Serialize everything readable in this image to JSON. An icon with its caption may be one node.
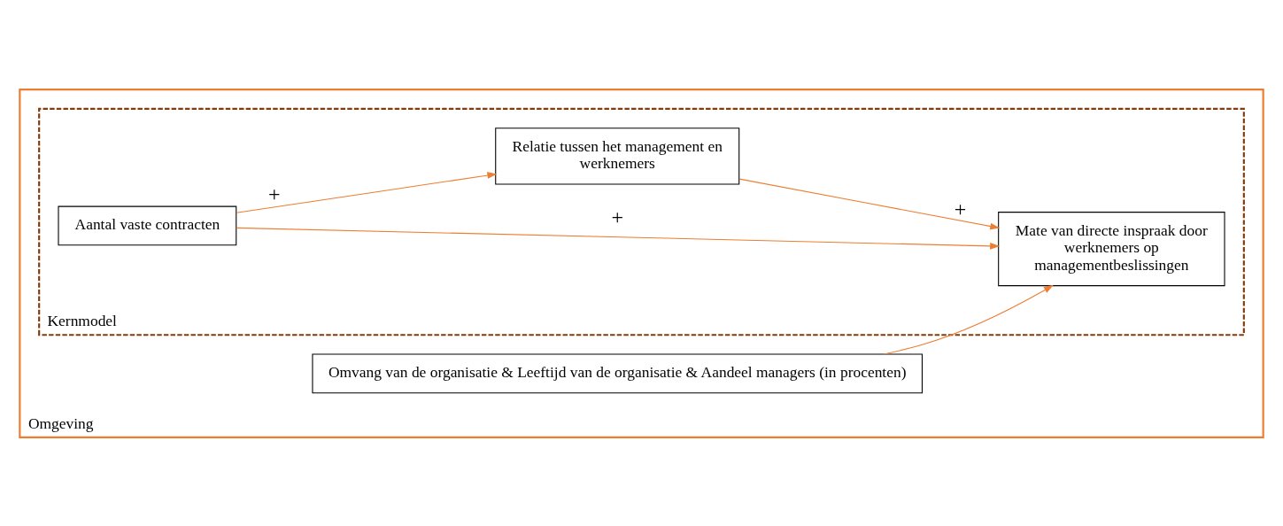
{
  "diagram": {
    "nodes": [
      {
        "text": [
          "Omgeving"
        ]
      },
      {
        "text": [
          "Kernmodel"
        ],
        "in": 0
      },
      {
        "text": [
          "Aantal vaste contracten"
        ],
        "in": 1
      },
      {
        "text": [
          "Mate van directe inspraak door werknemers op managementbeslissingen"
        ],
        "in": 1
      },
      {
        "text": [
          "Relatie tussen het management en werknemers"
        ],
        "in": 1
      },
      {
        "text": [
          "Omvang van de organisatie & Leeftijd van de organisatie & Aandeel managers (in procenten)"
        ],
        "in": 0
      }
    ],
    "edges": [
      {
        "from": 2,
        "to": 3,
        "arrow": "to",
        "label": "+"
      },
      {
        "from": 2,
        "to": 4,
        "arrow": "to",
        "label": "+"
      },
      {
        "from": 4,
        "to": 3,
        "arrow": "to",
        "label": "+"
      },
      {
        "from": 5,
        "to": 3,
        "arrow": "to"
      }
    ]
  }
}
